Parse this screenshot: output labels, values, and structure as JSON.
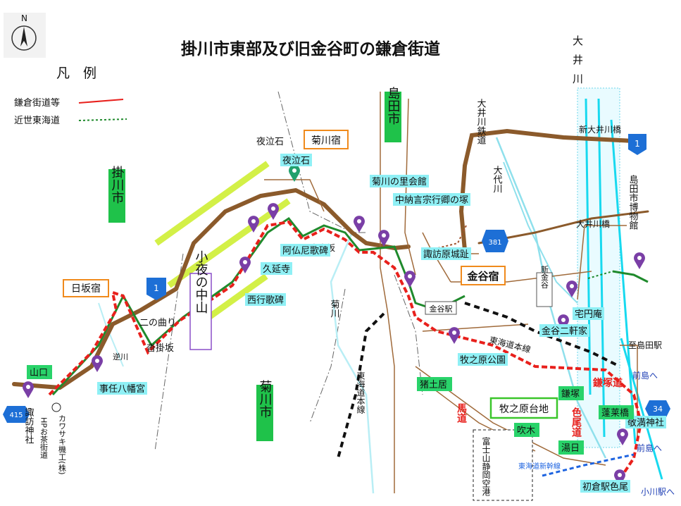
{
  "title": "掛川市東部及び旧金谷町の鎌倉街道",
  "compass": "N",
  "legend": {
    "heading": "凡　例",
    "items": [
      {
        "label": "鎌倉街道等",
        "color": "#e8201c"
      },
      {
        "label": "近世東海道",
        "color": "#1f8a2c"
      }
    ]
  },
  "cities": {
    "kakegawa": "掛川市",
    "shimada": "島田市",
    "kikugawa": "菊川市"
  },
  "rivers": {
    "oi": "大井川",
    "oi_tetsudo": "大井川鉄道",
    "daidai": "大代川",
    "kiku": "菊川",
    "oigawa_bridge": "大井川橋",
    "shin_oigawa_bridge": "新大井川橋"
  },
  "route_numbers": {
    "r1a": "1",
    "r1b": "1",
    "r381": "381",
    "r415": "415",
    "r34": "34"
  },
  "places": {
    "yonakiishi_top": "夜泣石",
    "kikugawa_juku": "菊川宿",
    "sayo_nakayama": "小夜の中山",
    "nissaka_juku": "日坂宿",
    "kanaya_juku": "金谷宿",
    "makinohara_daichi": "牧之原台地",
    "aokizaka": "青木坂",
    "ninomagari": "二の曲り",
    "kutsukakezaka": "沓掛坂",
    "sakagawa": "逆川",
    "kanaya_station": "金谷駅",
    "shin_kanaya": "新金谷",
    "to_shimada": "至島田駅",
    "tokaido_line_h": "東海道本線",
    "tokaido_line_v": "東海道本線",
    "shinkansen": "東海道新幹線",
    "kamakura_kaido_lbl": "鎌塚道",
    "irootdo_lbl": "色尾道",
    "mado_lbl": "馬道",
    "mae_shima_1": "前島へ",
    "mae_shima_2": "前島へ",
    "ogawa_station": "小川駅へ",
    "hp_ochakaido": "HPお茶街道",
    "kawasaki": "カワサキ機工(株)",
    "kamatsuka": "鎌塚",
    "fuji_road": "富士山静岡空港",
    "mado": "馬道"
  },
  "markers": {
    "yonakiishi": "夜泣石",
    "kikugawa_sato": "菊川の里会館",
    "chunagon": "中納言宗行卿の塚",
    "suwahara": "諏訪原城趾",
    "abutsuni": "阿仏尼歌碑",
    "kuenji": "久延寺",
    "saigyo": "西行歌碑",
    "jinin_hachiman": "事任八幡宮",
    "suwa_jinja": "諏訪神社",
    "makinohara_park": "牧之原公園",
    "takuenan": "宅円庵",
    "kanaya_nikenya": "金谷二軒家",
    "shimada_museum": "島田市博物館",
    "keiman_jinja": "敬満神社",
    "hatsukura_station": "初倉駅色尾"
  },
  "green_labels": {
    "yamaguchi": "山口",
    "inokami": "猪土居",
    "fukiki": "吹木",
    "yubi": "湯日",
    "kamatsuka": "鎌塚",
    "horaibashi": "蓬莱橋"
  }
}
